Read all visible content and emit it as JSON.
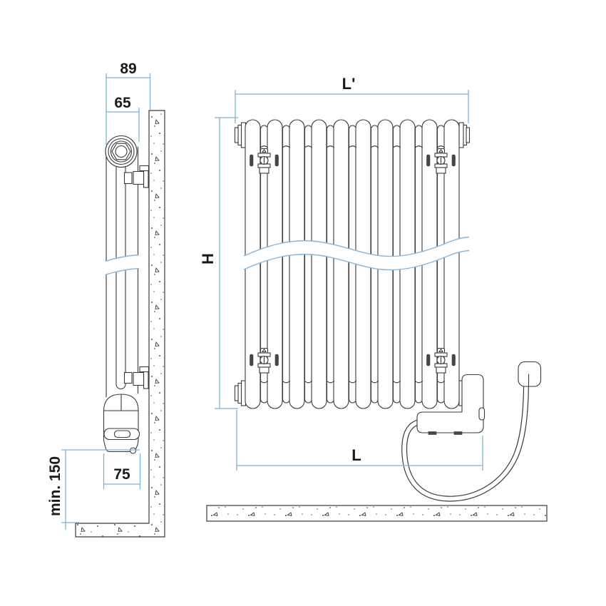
{
  "drawing": {
    "side_view": {
      "dim_total_depth": "89",
      "dim_body_depth": "65",
      "dim_element_width": "75",
      "dim_min_floor_clearance": "min. 150"
    },
    "front_view": {
      "dim_length_top": "L'",
      "dim_height": "H",
      "dim_length_overall": "L"
    },
    "colors": {
      "dimension_blue": "#7fb3d4",
      "break_line_blue": "#8ab6d6",
      "line_dark": "#3a3a3a",
      "text_dark": "#1a1a1a",
      "background": "#ffffff"
    }
  }
}
